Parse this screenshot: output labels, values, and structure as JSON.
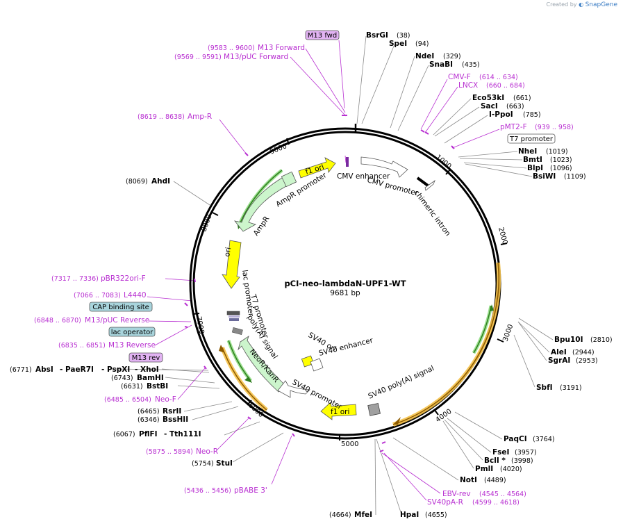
{
  "watermark": {
    "prefix": "Created by",
    "brand": "SnapGene"
  },
  "plasmid": {
    "name": "pCI-neo-lambdaN-UPF1-WT",
    "length_label": "9681 bp"
  },
  "ticks": [
    "1000",
    "2000",
    "3000",
    "4000",
    "5000",
    "6000",
    "7000",
    "8000",
    "9000"
  ],
  "enzymes": [
    {
      "name": "BsrGI",
      "pos": "(38)"
    },
    {
      "name": "SpeI",
      "pos": "(94)"
    },
    {
      "name": "NdeI",
      "pos": "(329)"
    },
    {
      "name": "SnaBI",
      "pos": "(435)"
    },
    {
      "name": "Eco53kI",
      "pos": "(661)"
    },
    {
      "name": "SacI",
      "pos": "(663)"
    },
    {
      "name": "I-PpoI",
      "pos": "(785)"
    },
    {
      "name": "NheI",
      "pos": "(1019)"
    },
    {
      "name": "BmtI",
      "pos": "(1023)"
    },
    {
      "name": "BlpI",
      "pos": "(1096)"
    },
    {
      "name": "BsiWI",
      "pos": "(1109)"
    },
    {
      "name": "Bpu10I",
      "pos": "(2810)"
    },
    {
      "name": "AleI",
      "pos": "(2944)"
    },
    {
      "name": "SgrAI",
      "pos": "(2953)"
    },
    {
      "name": "SbfI",
      "pos": "(3191)"
    },
    {
      "name": "PaqCI",
      "pos": "(3764)"
    },
    {
      "name": "FseI",
      "pos": "(3957)"
    },
    {
      "name": "BclI *",
      "pos": "(3998)"
    },
    {
      "name": "PmlI",
      "pos": "(4020)"
    },
    {
      "name": "NotI",
      "pos": "(4489)"
    },
    {
      "name": "HpaI",
      "pos": "(4655)"
    },
    {
      "name": "MfeI",
      "pos": "(4664)"
    },
    {
      "name": "StuI",
      "pos": "(5754)"
    },
    {
      "name": "PflFI",
      "pos": "(6067)"
    },
    {
      "name": "- Tth111I",
      "pos": ""
    },
    {
      "name": "BssHII",
      "pos": "(6346)"
    },
    {
      "name": "RsrII",
      "pos": "(6465)"
    },
    {
      "name": "BstBI",
      "pos": "(6631)"
    },
    {
      "name": "BamHI",
      "pos": "(6743)"
    },
    {
      "name": "AbsI",
      "pos": "(6771)"
    },
    {
      "name": "- PaeR7I",
      "pos": ""
    },
    {
      "name": "- PspXI",
      "pos": ""
    },
    {
      "name": "- XhoI",
      "pos": ""
    },
    {
      "name": "AhdI",
      "pos": "(8069)"
    }
  ],
  "primers": [
    {
      "name": "M13 Forward",
      "pos": "(9583 .. 9600)"
    },
    {
      "name": "M13/pUC Forward",
      "pos": "(9569 .. 9591)"
    },
    {
      "name": "Amp-R",
      "pos": "(8619 .. 8638)"
    },
    {
      "name": "CMV-F",
      "pos": "(614 .. 634)"
    },
    {
      "name": "LNCX",
      "pos": "(660 .. 684)"
    },
    {
      "name": "pMT2-F",
      "pos": "(939 .. 958)"
    },
    {
      "name": "pBR322ori-F",
      "pos": "(7317 .. 7336)"
    },
    {
      "name": "L4440",
      "pos": "(7066 .. 7083)"
    },
    {
      "name": "M13/pUC Reverse",
      "pos": "(6848 .. 6870)"
    },
    {
      "name": "M13 Reverse",
      "pos": "(6835 .. 6851)"
    },
    {
      "name": "Neo-F",
      "pos": "(6485 .. 6504)"
    },
    {
      "name": "Neo-R",
      "pos": "(5875 .. 5894)"
    },
    {
      "name": "pBABE 3'",
      "pos": "(5436 .. 5456)"
    },
    {
      "name": "EBV-rev",
      "pos": "(4545 .. 4564)"
    },
    {
      "name": "SV40pA-R",
      "pos": "(4599 .. 4618)"
    }
  ],
  "boxed_labels": {
    "m13_fwd": "M13 fwd",
    "t7_promoter": "T7 promoter",
    "cap_binding_site": "CAP binding site",
    "lac_operator": "lac operator",
    "m13_rev": "M13 rev"
  },
  "features": {
    "f1_ori_top": "f1 ori",
    "ampr_promoter": "AmpR promoter",
    "ampr": "AmpR",
    "cmv_enhancer": "CMV enhancer",
    "cmv_promoter": "CMV promoter",
    "chimeric_intron": "chimeric intron",
    "ori": "ori",
    "lac_promoter": "lac promoter",
    "t7_promoter_inner": "T7 promoter",
    "polya_signal": "poly(A) signal",
    "neor_kanr": "NeoR/KanR",
    "sv40_ori": "SV40 ori",
    "sv40_enhancer": "SV40 enhancer",
    "sv40_promoter": "SV40 promoter",
    "f1_ori_bottom": "f1 ori",
    "sv40_polya_signal": "SV40 poly(A) signal"
  },
  "colors": {
    "primer": "#b82fd1",
    "backbone": "#000000",
    "ori_yellow": "#ffff00",
    "amp_green": "#ccf5cc",
    "orf_orange": "#f5c24a",
    "box_blue": "#a8d4dc",
    "box_purple": "#e2b3f3"
  }
}
